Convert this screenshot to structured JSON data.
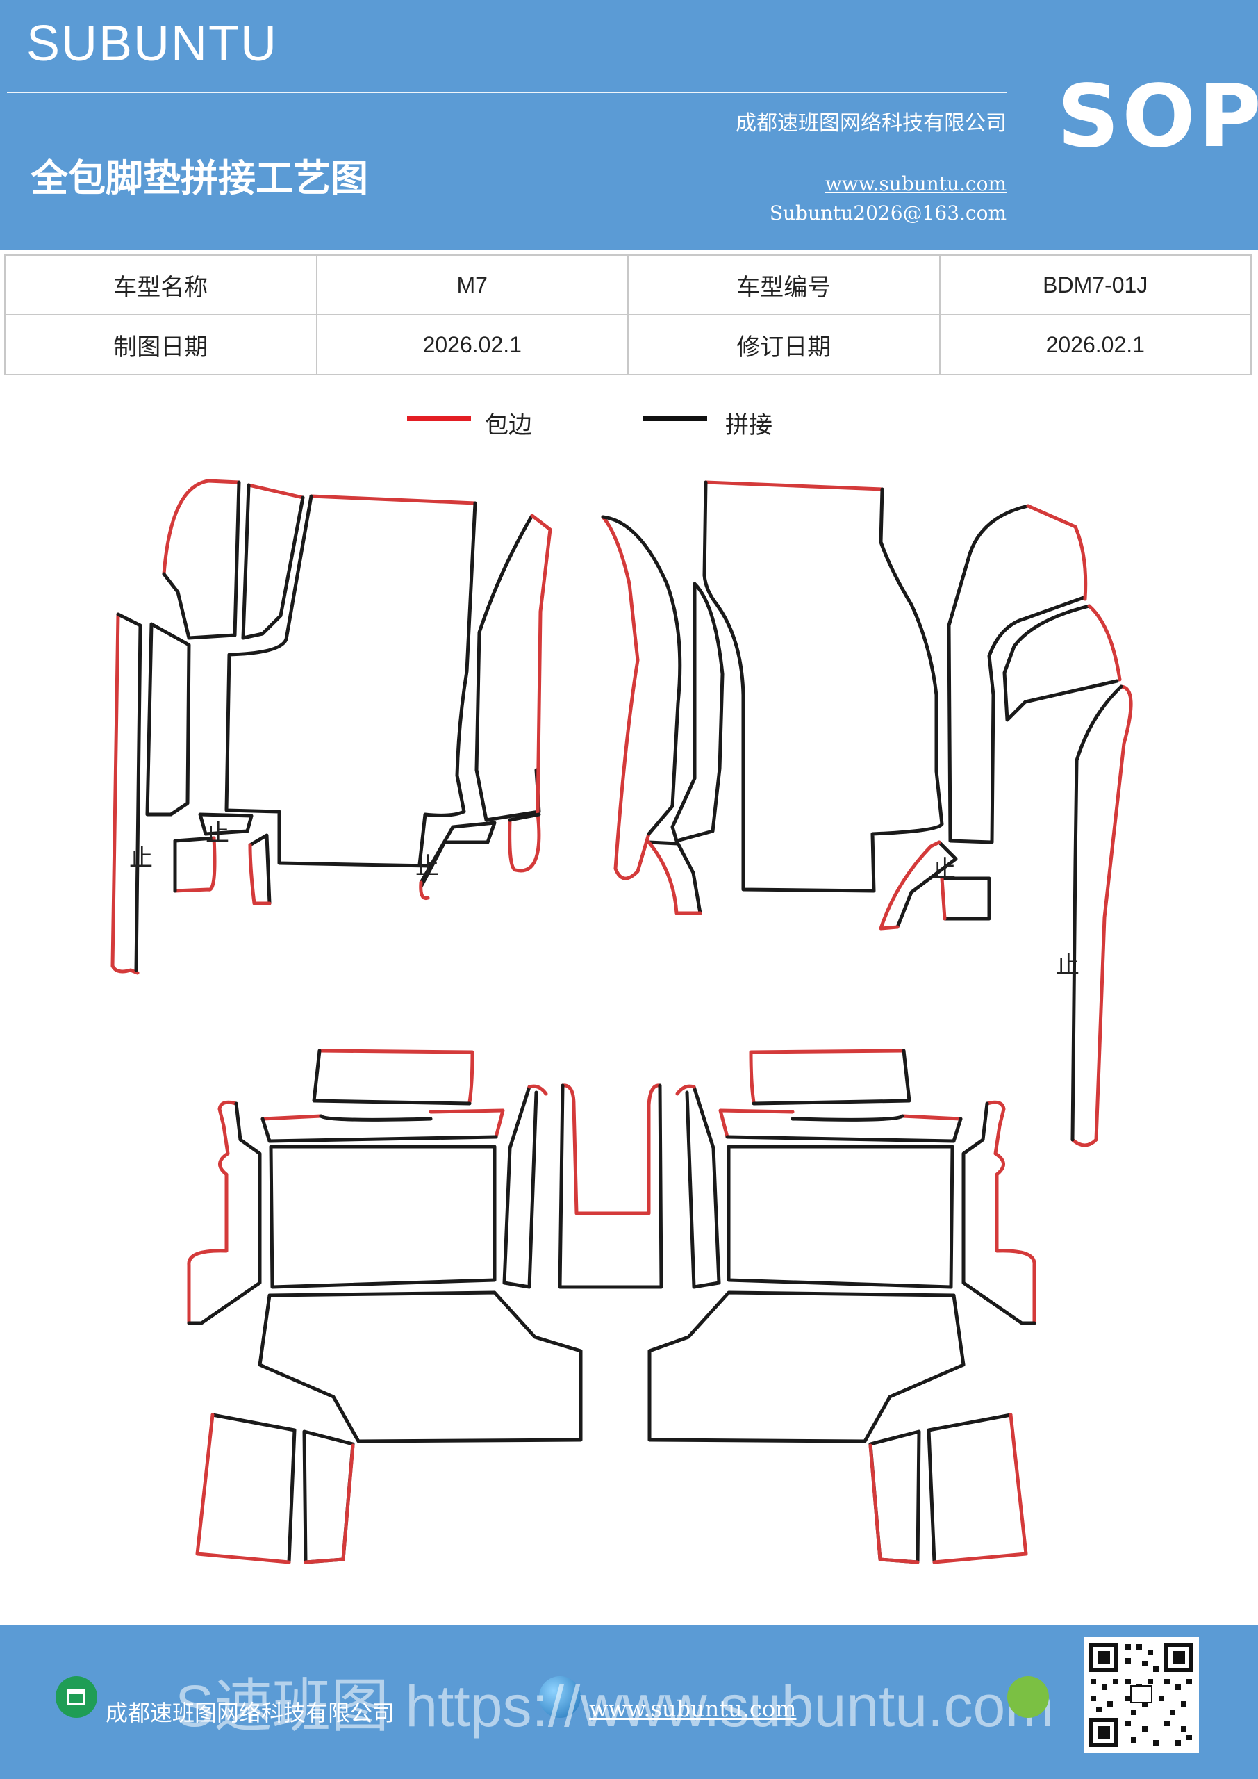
{
  "header": {
    "brand": "SUBUNTU",
    "doc_title": "全包脚垫拼接工艺图",
    "company": "成都速班图网络科技有限公司",
    "website": "www.subuntu.com",
    "email": "Subuntu2026@163.com",
    "sop": "SOP"
  },
  "info_table": {
    "row1": {
      "label1": "车型名称",
      "value1": "M7",
      "label2": "车型编号",
      "value2": "BDM7-01J"
    },
    "row2": {
      "label1": "制图日期",
      "value1": "2026.02.1",
      "label2": "修订日期",
      "value2": "2026.02.1"
    }
  },
  "legend": [
    {
      "label": "包边",
      "color": "#e31e24"
    },
    {
      "label": "拼接",
      "color": "#111111"
    }
  ],
  "drawing": {
    "stop_mark": "止",
    "edge_color": "#d43a3a",
    "seam_color": "#1a1a1a"
  },
  "footer": {
    "company": "成都速班图网络科技有限公司",
    "website": "www.subuntu.com",
    "watermark": "S速班图 https://www.subuntu.com"
  },
  "icons": {
    "company_icon": "building-icon",
    "web_icon": "globe-icon",
    "wechat_icon": "wechat-icon",
    "qr": "qr-code-icon"
  }
}
